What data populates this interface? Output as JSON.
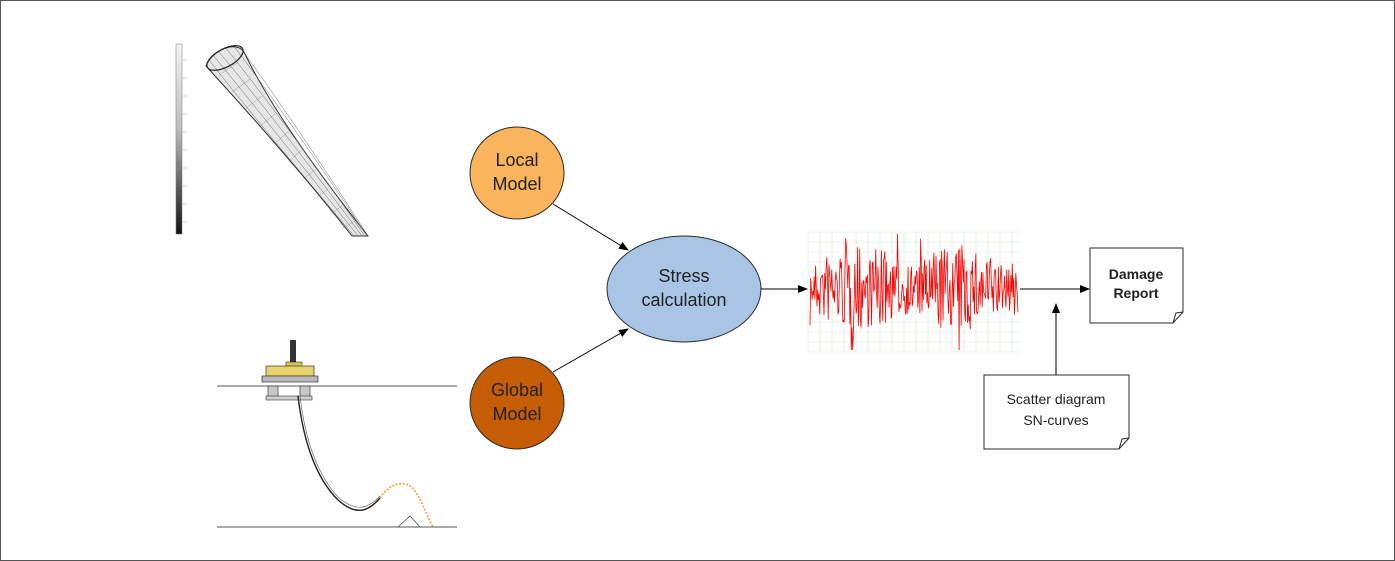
{
  "diagram": {
    "nodes": {
      "local_model": {
        "line1": "Local",
        "line2": "Model",
        "fill": "#F9B45C"
      },
      "global_model": {
        "line1": "Global",
        "line2": "Model",
        "fill": "#C65D05"
      },
      "stress_calculation": {
        "line1": "Stress",
        "line2": "calculation",
        "fill": "#A9C5E6"
      },
      "damage_report": {
        "line1": "Damage",
        "line2": "Report"
      },
      "inputs_note": {
        "line1": "Scatter diagram",
        "line2": "SN-curves"
      }
    },
    "signal_color": "#FF0000",
    "edges": [
      {
        "from": "local_model",
        "to": "stress_calculation"
      },
      {
        "from": "global_model",
        "to": "stress_calculation"
      },
      {
        "from": "stress_calculation",
        "to": "stress_signal"
      },
      {
        "from": "stress_signal",
        "to": "damage_report"
      },
      {
        "from": "inputs_note",
        "to": "signal_to_damage_edge"
      }
    ]
  }
}
